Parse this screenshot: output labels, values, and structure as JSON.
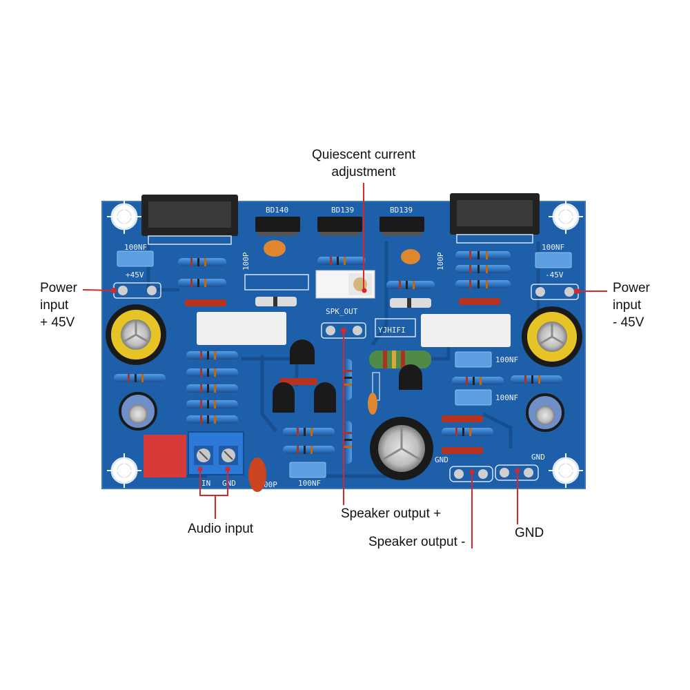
{
  "callouts": {
    "quiescent_line1": "Quiescent current",
    "quiescent_line2": "adjustment",
    "power_left_line1": "Power",
    "power_left_line2": "input",
    "power_left_line3": "+ 45V",
    "power_right_line1": "Power",
    "power_right_line2": "input",
    "power_right_line3": "- 45V",
    "audio_input": "Audio input",
    "speaker_plus": "Speaker output +",
    "speaker_minus": "Speaker output -",
    "gnd": "GND"
  },
  "silkscreen": {
    "bd140": "BD140",
    "bd139_a": "BD139",
    "bd139_b": "BD139",
    "cap_100nf_tl": "100NF",
    "cap_100nf_tr": "100NF",
    "cap_100nf_mr1": "100NF",
    "cap_100nf_mr2": "100NF",
    "cap_100nf_bottom": "100NF",
    "plus45": "+45V",
    "minus45": "-45V",
    "spk_out": "SPK_OUT",
    "yjhifi": "YJHIFI",
    "in": "IN",
    "gnd_terminal": "GND",
    "gnd_bottom_left": "GND",
    "gnd_bottom_right": "GND",
    "p100_a": "100P",
    "p100_b": "100P",
    "p100_bottom": "00P"
  },
  "colors": {
    "pcb": "#1d5fa8",
    "trace": "#154d8c",
    "leader": "#d9262b"
  }
}
